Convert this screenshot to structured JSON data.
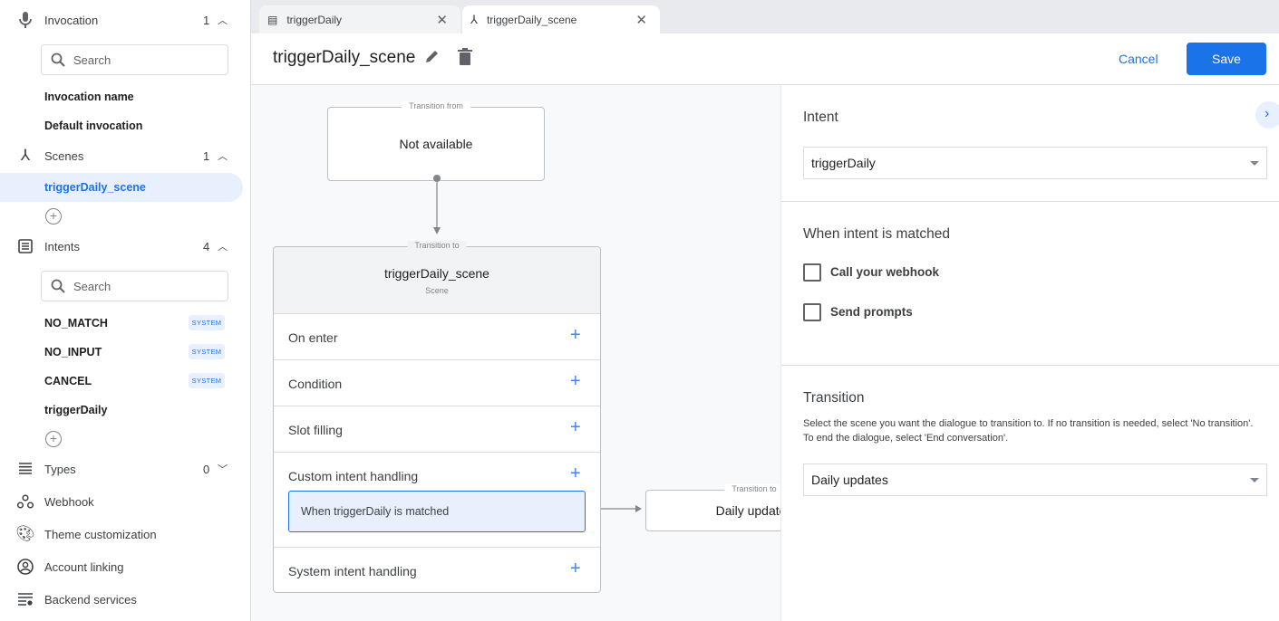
{
  "sidebar": {
    "invocation": {
      "label": "Invocation",
      "count": "1",
      "search_placeholder": "Search",
      "items": [
        "Invocation name",
        "Default invocation"
      ]
    },
    "scenes": {
      "label": "Scenes",
      "count": "1",
      "items": [
        "triggerDaily_scene"
      ]
    },
    "intents": {
      "label": "Intents",
      "count": "4",
      "search_placeholder": "Search",
      "items": [
        {
          "label": "NO_MATCH",
          "badge": "SYSTEM"
        },
        {
          "label": "NO_INPUT",
          "badge": "SYSTEM"
        },
        {
          "label": "CANCEL",
          "badge": "SYSTEM"
        },
        {
          "label": "triggerDaily",
          "badge": ""
        }
      ]
    },
    "types": {
      "label": "Types",
      "count": "0"
    },
    "webhook": "Webhook",
    "theme": "Theme customization",
    "account": "Account linking",
    "backend": "Backend services"
  },
  "tabs": [
    {
      "label": "triggerDaily",
      "icon": "intent-icon"
    },
    {
      "label": "triggerDaily_scene",
      "icon": "scene-icon",
      "active": true
    }
  ],
  "header": {
    "title": "triggerDaily_scene",
    "cancel": "Cancel",
    "save": "Save"
  },
  "canvas": {
    "from": {
      "legend": "Transition from",
      "text": "Not available"
    },
    "scene": {
      "legend": "Transition to",
      "name": "triggerDaily_scene",
      "type": "Scene",
      "rows": [
        "On enter",
        "Condition",
        "Slot filling",
        "Custom intent handling",
        "System intent handling"
      ],
      "handler": "When triggerDaily is matched"
    },
    "target": {
      "legend": "Transition to",
      "text": "Daily updates"
    }
  },
  "panel": {
    "intent_title": "Intent",
    "intent_value": "triggerDaily",
    "matched_title": "When intent is matched",
    "webhook": "Call your webhook",
    "prompts": "Send prompts",
    "transition_title": "Transition",
    "transition_desc": "Select the scene you want the dialogue to transition to. If no transition is needed, select 'No transition'. To end the dialogue, select 'End conversation'.",
    "transition_value": "Daily updates"
  },
  "colors": {
    "accent": "#1a73e8",
    "selected_bg": "#e8f0fe"
  }
}
